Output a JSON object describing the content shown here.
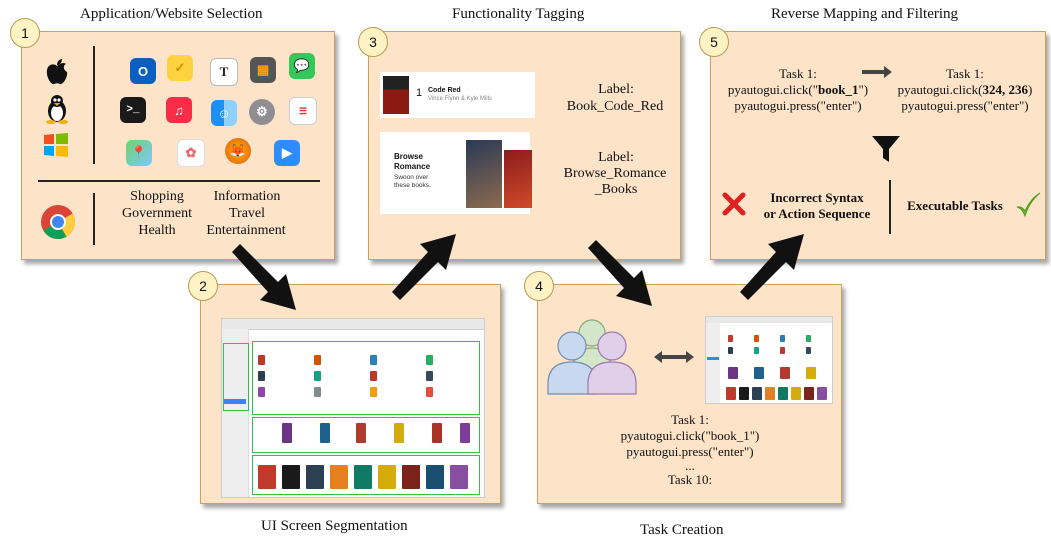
{
  "titles": {
    "s1": "Application/Website Selection",
    "s2": "UI Screen Segmentation",
    "s3": "Functionality Tagging",
    "s4": "Task Creation",
    "s5": "Reverse Mapping and Filtering"
  },
  "badges": [
    "1",
    "2",
    "3",
    "4",
    "5"
  ],
  "panel1": {
    "categories": [
      "Shopping",
      "Information",
      "Government",
      "Travel",
      "Health",
      "Entertainment"
    ]
  },
  "panel3": {
    "book_rank": "1",
    "book_title": "Code Red",
    "book_author": "Vince Flynn & Kyle Mills",
    "label1_a": "Label:",
    "label1_b": "Book_Code_Red",
    "browse_title_1": "Browse",
    "browse_title_2": "Romance",
    "browse_sub": "Swoon over these books.",
    "label2_a": "Label:",
    "label2_b": "Browse_Romance",
    "label2_c": "_Books"
  },
  "panel4": {
    "task_head": "Task 1:",
    "line1": "pyautogui.click(\"book_1\")",
    "line2": "pyautogui.press(\"enter\")",
    "ellipsis": "...",
    "task_last": "Task 10:"
  },
  "panel5": {
    "left_head": "Task 1:",
    "left_l1_pre": "pyautogui.click(\"",
    "left_l1_bold": "book_1",
    "left_l1_post": "\")",
    "left_l2": "pyautogui.press(\"enter\")",
    "right_head": "Task 1:",
    "right_l1_pre": "pyautogui.click(",
    "right_l1_bold": "324, 236",
    "right_l1_post": ")",
    "right_l2": "pyautogui.press(\"enter\")",
    "bad_1": "Incorrect Syntax",
    "bad_2": "or Action Sequence",
    "good": "Executable Tasks"
  },
  "colors": {
    "panel_fill": "#fde3c8",
    "panel_border": "#c8a060",
    "badge_fill": "#fff2c4",
    "reject": "#e02020",
    "accept": "#6cbf2a"
  }
}
